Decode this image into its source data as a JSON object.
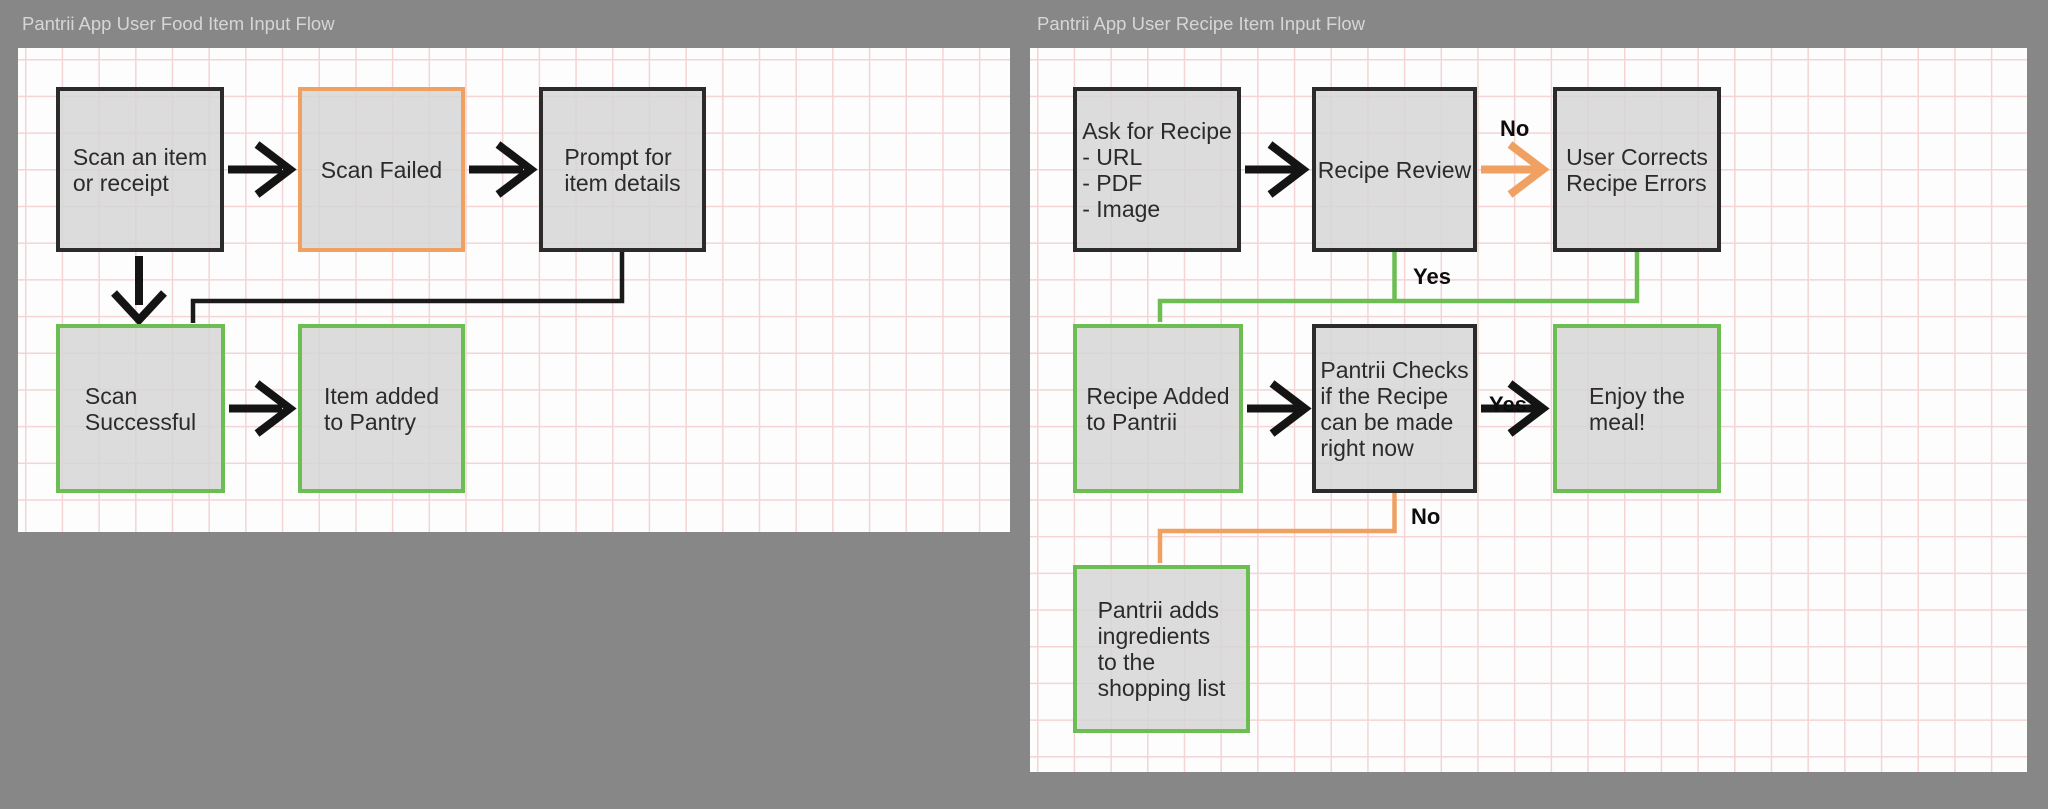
{
  "colors": {
    "background": "#878787",
    "canvas": "#fdfdfd",
    "grid": "#f4d4d4",
    "node_fill": "#dedede",
    "border_dark": "#2b2b2b",
    "border_green": "#6cbe53",
    "border_orange": "#f0a161",
    "arrow_black": "#141414",
    "title_text": "#d6d6d6"
  },
  "food_flow": {
    "title": "Pantrii App User Food Item Input Flow",
    "nodes": {
      "scan_item": {
        "label": "Scan an item\nor receipt",
        "border": "dark"
      },
      "scan_failed": {
        "label": "Scan Failed",
        "border": "orange"
      },
      "prompt_details": {
        "label": "Prompt for\nitem details",
        "border": "dark"
      },
      "scan_successful": {
        "label": "Scan\nSuccessful",
        "border": "green"
      },
      "item_added": {
        "label": "Item added\nto Pantry",
        "border": "green"
      }
    },
    "edges": [
      {
        "from": "scan_item",
        "to": "scan_failed",
        "style": "black-arrow",
        "label": ""
      },
      {
        "from": "scan_failed",
        "to": "prompt_details",
        "style": "black-arrow",
        "label": ""
      },
      {
        "from": "scan_item",
        "to": "scan_successful",
        "style": "black-arrow-down",
        "label": ""
      },
      {
        "from": "prompt_details",
        "to": "scan_successful",
        "style": "black-elbow-line",
        "label": ""
      },
      {
        "from": "scan_successful",
        "to": "item_added",
        "style": "black-arrow",
        "label": ""
      }
    ]
  },
  "recipe_flow": {
    "title": "Pantrii App User Recipe Item Input Flow",
    "nodes": {
      "ask_recipe": {
        "label": "Ask for Recipe\n- URL\n- PDF\n- Image",
        "border": "dark"
      },
      "recipe_review": {
        "label": "Recipe Review",
        "border": "dark"
      },
      "user_corrects": {
        "label": "User Corrects\nRecipe Errors",
        "border": "dark"
      },
      "recipe_added": {
        "label": "Recipe Added\nto Pantrii",
        "border": "green"
      },
      "pantrii_checks": {
        "label": "Pantrii Checks\nif the Recipe\ncan be made\nright now",
        "border": "dark"
      },
      "enjoy_meal": {
        "label": "Enjoy the\nmeal!",
        "border": "green"
      },
      "pantrii_adds": {
        "label": "Pantrii adds\ningredients\nto the\nshopping list",
        "border": "green"
      }
    },
    "edges": [
      {
        "from": "ask_recipe",
        "to": "recipe_review",
        "style": "black-arrow",
        "label": ""
      },
      {
        "from": "recipe_review",
        "to": "user_corrects",
        "style": "orange-arrow",
        "label": "No"
      },
      {
        "from": "recipe_review",
        "to": "recipe_added",
        "style": "green-elbow-line",
        "label": "Yes"
      },
      {
        "from": "user_corrects",
        "to": "recipe_added",
        "style": "green-elbow-line",
        "label": ""
      },
      {
        "from": "recipe_added",
        "to": "pantrii_checks",
        "style": "black-arrow",
        "label": ""
      },
      {
        "from": "pantrii_checks",
        "to": "enjoy_meal",
        "style": "black-arrow",
        "label": "Yes"
      },
      {
        "from": "pantrii_checks",
        "to": "pantrii_adds",
        "style": "orange-elbow-line",
        "label": "No"
      }
    ]
  }
}
